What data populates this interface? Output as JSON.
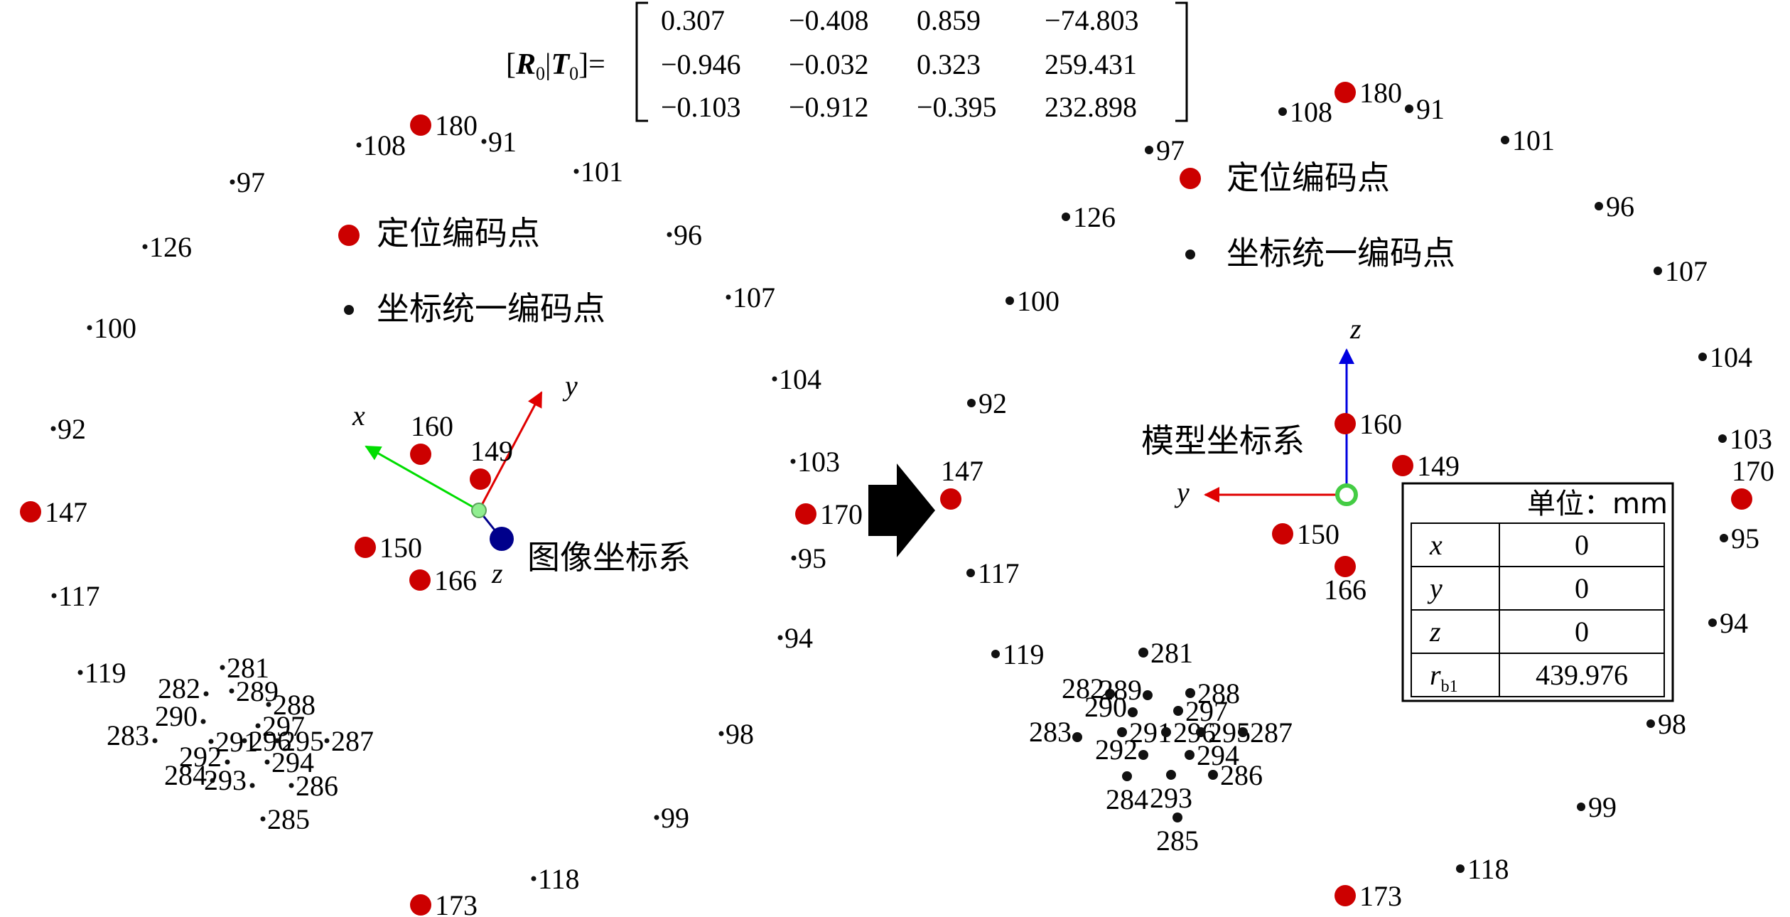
{
  "matrix": {
    "label": "[R0|T0]=",
    "label_parts": {
      "open": "[",
      "r": "R",
      "r_sub": "0",
      "sep": "|",
      "t": "T",
      "t_sub": "0",
      "close": "]="
    },
    "rows": [
      [
        "0.307",
        "−0.408",
        "0.859",
        "−74.803"
      ],
      [
        "−0.946",
        "−0.032",
        "0.323",
        "259.431"
      ],
      [
        "−0.103",
        "−0.912",
        "−0.395",
        "232.898"
      ]
    ]
  },
  "legend": {
    "positioning": "定位编码点",
    "unified": "坐标统一编码点"
  },
  "left_frame": {
    "title": "图像坐标系",
    "axes": {
      "x": "x",
      "y": "y",
      "z": "z"
    },
    "colors": {
      "x": "#00dd00",
      "y": "#e00000",
      "z": "#00008b",
      "origin": "#90ee90"
    }
  },
  "right_frame": {
    "title": "模型坐标系",
    "axes": {
      "y": "y",
      "z": "z"
    },
    "colors": {
      "y": "#e00000",
      "z": "#0000e0",
      "origin": "#44cc44"
    }
  },
  "unit_table": {
    "unit_label": "单位：mm",
    "rows": [
      {
        "symbol": "x",
        "value": "0"
      },
      {
        "symbol": "y",
        "value": "0"
      },
      {
        "symbol": "z",
        "value": "0"
      },
      {
        "symbol": "r",
        "symbol_sub": "b1",
        "value": "439.976"
      }
    ]
  },
  "colors": {
    "positioning_point": "#cc0000",
    "unified_point": "#111111",
    "arrow": "#000000"
  },
  "left_points": [
    {
      "id": "180",
      "kind": "red"
    },
    {
      "id": "108",
      "kind": "black"
    },
    {
      "id": "91",
      "kind": "black"
    },
    {
      "id": "97",
      "kind": "black"
    },
    {
      "id": "101",
      "kind": "black"
    },
    {
      "id": "126",
      "kind": "black"
    },
    {
      "id": "96",
      "kind": "black"
    },
    {
      "id": "100",
      "kind": "black"
    },
    {
      "id": "107",
      "kind": "black"
    },
    {
      "id": "104",
      "kind": "black"
    },
    {
      "id": "92",
      "kind": "black"
    },
    {
      "id": "160",
      "kind": "red"
    },
    {
      "id": "149",
      "kind": "red"
    },
    {
      "id": "103",
      "kind": "black"
    },
    {
      "id": "147",
      "kind": "red"
    },
    {
      "id": "170",
      "kind": "red"
    },
    {
      "id": "150",
      "kind": "red"
    },
    {
      "id": "166",
      "kind": "red"
    },
    {
      "id": "95",
      "kind": "black"
    },
    {
      "id": "117",
      "kind": "black"
    },
    {
      "id": "94",
      "kind": "black"
    },
    {
      "id": "119",
      "kind": "black"
    },
    {
      "id": "98",
      "kind": "black"
    },
    {
      "id": "99",
      "kind": "black"
    },
    {
      "id": "118",
      "kind": "black"
    },
    {
      "id": "173",
      "kind": "red"
    },
    {
      "id": "281",
      "kind": "black"
    },
    {
      "id": "282",
      "kind": "black"
    },
    {
      "id": "289",
      "kind": "black"
    },
    {
      "id": "288",
      "kind": "black"
    },
    {
      "id": "290",
      "kind": "black"
    },
    {
      "id": "297",
      "kind": "black"
    },
    {
      "id": "283",
      "kind": "black"
    },
    {
      "id": "291",
      "kind": "black"
    },
    {
      "id": "296",
      "kind": "black"
    },
    {
      "id": "295",
      "kind": "black"
    },
    {
      "id": "287",
      "kind": "black"
    },
    {
      "id": "292",
      "kind": "black"
    },
    {
      "id": "294",
      "kind": "black"
    },
    {
      "id": "286",
      "kind": "black"
    },
    {
      "id": "284",
      "kind": "black"
    },
    {
      "id": "293",
      "kind": "black"
    },
    {
      "id": "285",
      "kind": "black"
    }
  ],
  "right_points": [
    {
      "id": "180",
      "kind": "red"
    },
    {
      "id": "108",
      "kind": "black"
    },
    {
      "id": "91",
      "kind": "black"
    },
    {
      "id": "101",
      "kind": "black"
    },
    {
      "id": "97",
      "kind": "black"
    },
    {
      "id": "126",
      "kind": "black"
    },
    {
      "id": "96",
      "kind": "black"
    },
    {
      "id": "107",
      "kind": "black"
    },
    {
      "id": "100",
      "kind": "black"
    },
    {
      "id": "104",
      "kind": "black"
    },
    {
      "id": "92",
      "kind": "black"
    },
    {
      "id": "160",
      "kind": "red"
    },
    {
      "id": "103",
      "kind": "black"
    },
    {
      "id": "149",
      "kind": "red"
    },
    {
      "id": "170",
      "kind": "red"
    },
    {
      "id": "147",
      "kind": "red"
    },
    {
      "id": "150",
      "kind": "red"
    },
    {
      "id": "95",
      "kind": "black"
    },
    {
      "id": "166",
      "kind": "red"
    },
    {
      "id": "117",
      "kind": "black"
    },
    {
      "id": "94",
      "kind": "black"
    },
    {
      "id": "119",
      "kind": "black"
    },
    {
      "id": "98",
      "kind": "black"
    },
    {
      "id": "99",
      "kind": "black"
    },
    {
      "id": "118",
      "kind": "black"
    },
    {
      "id": "173",
      "kind": "red"
    },
    {
      "id": "281",
      "kind": "black"
    },
    {
      "id": "282",
      "kind": "black"
    },
    {
      "id": "289",
      "kind": "black"
    },
    {
      "id": "288",
      "kind": "black"
    },
    {
      "id": "290",
      "kind": "black"
    },
    {
      "id": "297",
      "kind": "black"
    },
    {
      "id": "283",
      "kind": "black"
    },
    {
      "id": "291",
      "kind": "black"
    },
    {
      "id": "296",
      "kind": "black"
    },
    {
      "id": "295",
      "kind": "black"
    },
    {
      "id": "287",
      "kind": "black"
    },
    {
      "id": "292",
      "kind": "black"
    },
    {
      "id": "294",
      "kind": "black"
    },
    {
      "id": "286",
      "kind": "black"
    },
    {
      "id": "284",
      "kind": "black"
    },
    {
      "id": "293",
      "kind": "black"
    },
    {
      "id": "285",
      "kind": "black"
    }
  ]
}
